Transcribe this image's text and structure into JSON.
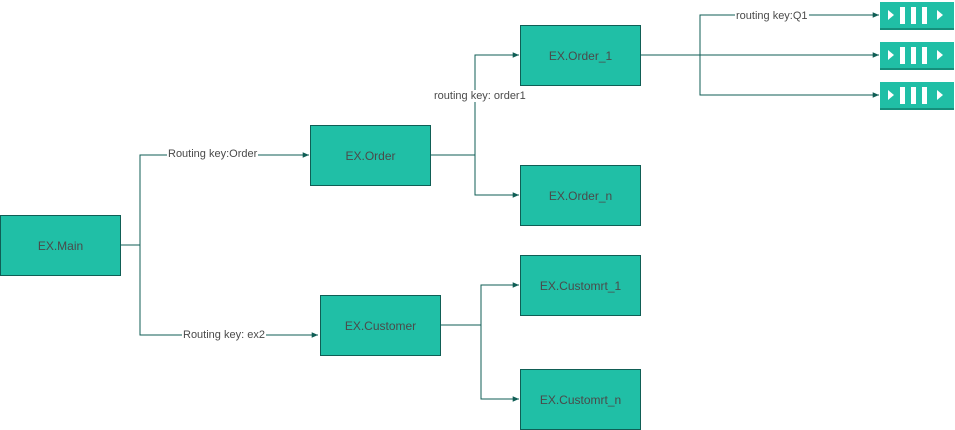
{
  "colors": {
    "node_fill": "#20bfa6",
    "node_border": "#0f5e55",
    "edge": "#0f5e55",
    "text": "#4a4a4a"
  },
  "nodes": {
    "main": "EX.Main",
    "order": "EX.Order",
    "customer": "EX.Customer",
    "order_1": "EX.Order_1",
    "order_n": "EX.Order_n",
    "customer_1": "EX.Customrt_1",
    "customer_n": "EX.Customrt_n"
  },
  "edge_labels": {
    "main_to_order": "Routing key:Order",
    "main_to_customer": "Routing key: ex2",
    "order_to_order_1": "routing key: order1",
    "order_1_to_queue": "routing key:Q1"
  },
  "queues": {
    "count": 3,
    "icon": "queue-icon"
  }
}
